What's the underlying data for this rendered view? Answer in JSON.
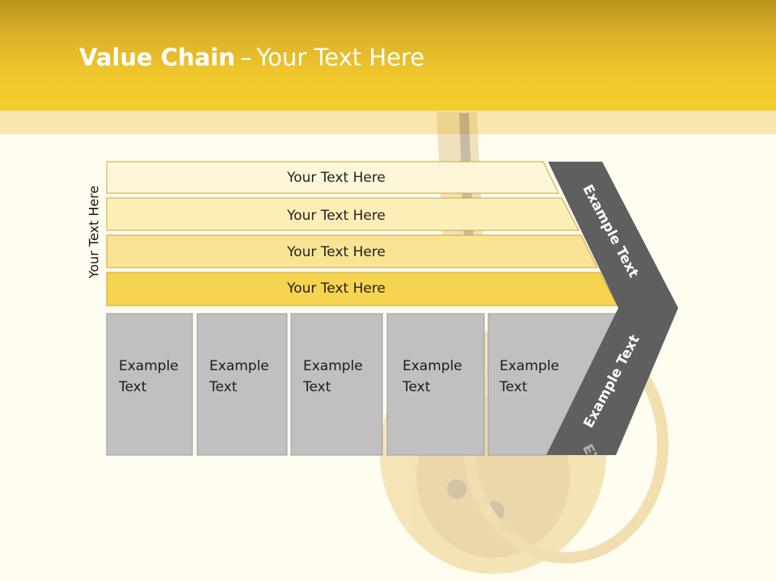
{
  "title": {
    "bold": "Value Chain",
    "separator": "–",
    "rest": "Your Text Here"
  },
  "side_label": "Your Text Here",
  "support_rows": [
    {
      "label": "Your Text Here",
      "fill": "#fdf6d8"
    },
    {
      "label": "Your Text Here",
      "fill": "#fbeeb6"
    },
    {
      "label": "Your Text Here",
      "fill": "#f9e394"
    },
    {
      "label": "Your Text Here",
      "fill": "#f6d450"
    }
  ],
  "primary_boxes": [
    {
      "line1": "Example",
      "line2": "Text"
    },
    {
      "line1": "Example",
      "line2": "Text"
    },
    {
      "line1": "Example",
      "line2": "Text"
    },
    {
      "line1": "Example",
      "line2": "Text"
    },
    {
      "line1": "Example",
      "line2": "Text"
    }
  ],
  "chevron": {
    "upper_label": "Example Text",
    "lower_label": "Example Text"
  },
  "colors": {
    "header": "#f2c92c",
    "box": "#c0c0c0",
    "chevron": "#5f5f5f"
  }
}
